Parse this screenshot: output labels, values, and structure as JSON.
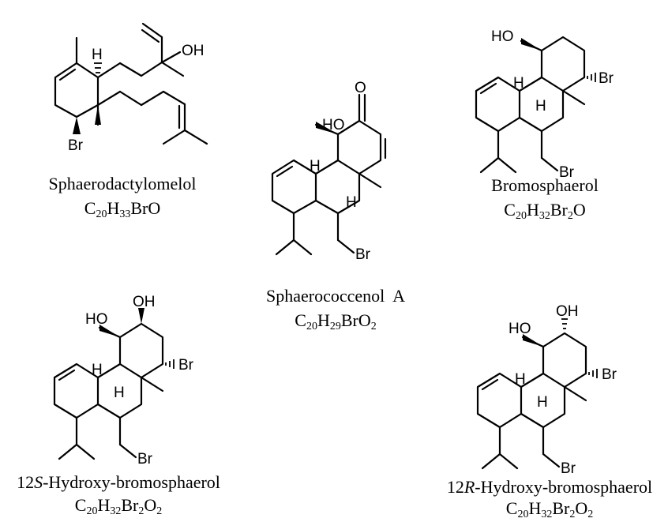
{
  "compounds": [
    {
      "id": "c1",
      "name_prefix": "",
      "name_italic": "",
      "name_rest": "Sphaerodactylomelol",
      "formula": [
        {
          "t": "C",
          "s": "20"
        },
        {
          "t": "H",
          "s": "33"
        },
        {
          "t": "BrO",
          "s": ""
        }
      ],
      "atoms": {
        "oh": "OH",
        "h": "H",
        "br": "Br"
      }
    },
    {
      "id": "c2",
      "name_prefix": "",
      "name_italic": "",
      "name_rest": "Sphaerococcenol  A",
      "formula": [
        {
          "t": "C",
          "s": "20"
        },
        {
          "t": "H",
          "s": "29"
        },
        {
          "t": "BrO",
          "s": "2"
        }
      ],
      "atoms": {
        "ho": "HO",
        "o": "O",
        "h1": "H",
        "h2": "H",
        "br": "Br"
      }
    },
    {
      "id": "c3",
      "name_prefix": "",
      "name_italic": "",
      "name_rest": "Bromosphaerol",
      "formula": [
        {
          "t": "C",
          "s": "20"
        },
        {
          "t": "H",
          "s": "32"
        },
        {
          "t": "Br",
          "s": "2"
        },
        {
          "t": "O",
          "s": ""
        }
      ],
      "atoms": {
        "ho": "HO",
        "h1": "H",
        "h2": "H",
        "br1": "Br",
        "br2": "Br"
      }
    },
    {
      "id": "c4",
      "name_prefix": "12",
      "name_italic": "S",
      "name_rest": "-Hydroxy-bromosphaerol",
      "formula": [
        {
          "t": "C",
          "s": "20"
        },
        {
          "t": "H",
          "s": "32"
        },
        {
          "t": "Br",
          "s": "2"
        },
        {
          "t": "O",
          "s": "2"
        }
      ],
      "atoms": {
        "ho": "HO",
        "oh": "OH",
        "h1": "H",
        "h2": "H",
        "br1": "Br",
        "br2": "Br"
      }
    },
    {
      "id": "c5",
      "name_prefix": "12",
      "name_italic": "R",
      "name_rest": "-Hydroxy-bromosphaerol",
      "formula": [
        {
          "t": "C",
          "s": "20"
        },
        {
          "t": "H",
          "s": "32"
        },
        {
          "t": "Br",
          "s": "2"
        },
        {
          "t": "O",
          "s": "2"
        }
      ],
      "atoms": {
        "ho": "HO",
        "oh": "OH",
        "h1": "H",
        "h2": "H",
        "br1": "Br",
        "br2": "Br"
      }
    }
  ]
}
